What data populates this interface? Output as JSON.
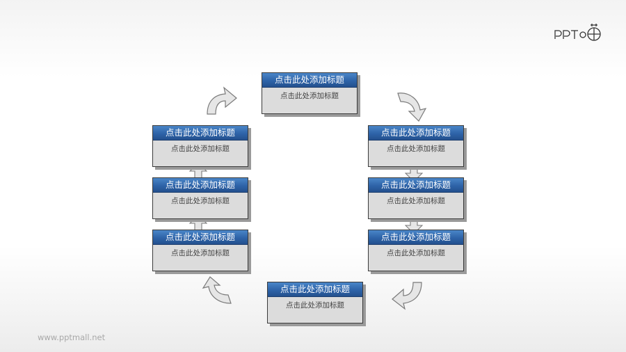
{
  "logo": {
    "text": "PPT"
  },
  "footer": {
    "url": "www.pptmall.net"
  },
  "colors": {
    "header_blue": "#2e63a8",
    "body_gray": "#dcdcdc",
    "shadow": "#9a9a9a",
    "arrow_fill": "#e6e6e6",
    "arrow_stroke": "#7a7a7a"
  },
  "boxes": [
    {
      "id": "top",
      "title": "点击此处添加标题",
      "subtitle": "点击此处添加标题"
    },
    {
      "id": "right-1",
      "title": "点击此处添加标题",
      "subtitle": "点击此处添加标题"
    },
    {
      "id": "right-2",
      "title": "点击此处添加标题",
      "subtitle": "点击此处添加标题"
    },
    {
      "id": "right-3",
      "title": "点击此处添加标题",
      "subtitle": "点击此处添加标题"
    },
    {
      "id": "bottom",
      "title": "点击此处添加标题",
      "subtitle": "点击此处添加标题"
    },
    {
      "id": "left-3",
      "title": "点击此处添加标题",
      "subtitle": "点击此处添加标题"
    },
    {
      "id": "left-2",
      "title": "点击此处添加标题",
      "subtitle": "点击此处添加标题"
    },
    {
      "id": "left-1",
      "title": "点击此处添加标题",
      "subtitle": "点击此处添加标题"
    }
  ]
}
